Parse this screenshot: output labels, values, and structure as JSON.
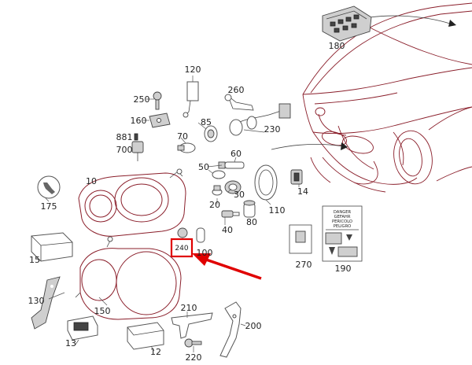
{
  "diagram": {
    "callouts": [
      {
        "id": "c180",
        "text": "180"
      },
      {
        "id": "c120",
        "text": "120"
      },
      {
        "id": "c250",
        "text": "250"
      },
      {
        "id": "c260",
        "text": "260"
      },
      {
        "id": "c160",
        "text": "160"
      },
      {
        "id": "c881",
        "text": "881"
      },
      {
        "id": "c700",
        "text": "700"
      },
      {
        "id": "c70",
        "text": "70"
      },
      {
        "id": "c85",
        "text": "85"
      },
      {
        "id": "c230",
        "text": "230"
      },
      {
        "id": "c60",
        "text": "60"
      },
      {
        "id": "c50",
        "text": "50"
      },
      {
        "id": "c10",
        "text": "10"
      },
      {
        "id": "c30",
        "text": "30"
      },
      {
        "id": "c14",
        "text": "14"
      },
      {
        "id": "c175",
        "text": "175"
      },
      {
        "id": "c20",
        "text": "20"
      },
      {
        "id": "c110",
        "text": "110"
      },
      {
        "id": "c80",
        "text": "80"
      },
      {
        "id": "c40",
        "text": "40"
      },
      {
        "id": "c15",
        "text": "15"
      },
      {
        "id": "c240",
        "text": "240"
      },
      {
        "id": "c100",
        "text": "100"
      },
      {
        "id": "c270",
        "text": "270"
      },
      {
        "id": "c190",
        "text": "190"
      },
      {
        "id": "c130",
        "text": "130"
      },
      {
        "id": "c150",
        "text": "150"
      },
      {
        "id": "c210",
        "text": "210"
      },
      {
        "id": "c200",
        "text": "200"
      },
      {
        "id": "c13",
        "text": "13"
      },
      {
        "id": "c12",
        "text": "12"
      },
      {
        "id": "c220",
        "text": "220"
      }
    ],
    "warning_label": {
      "lines": [
        "DANGER",
        "GEFAHR",
        "PERICOLO",
        "PELIGRO"
      ]
    },
    "colors": {
      "car_outline": "#8a1e2a",
      "highlight": "#e00000",
      "parts": "#555555"
    }
  }
}
